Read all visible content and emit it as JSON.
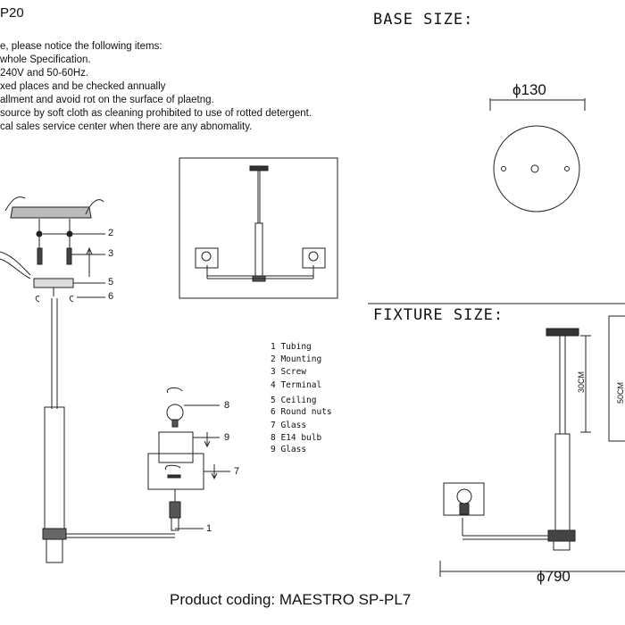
{
  "header": {
    "code_fragment": "P20"
  },
  "notes": [
    "e, please notice the following items:",
    "whole Specification.",
    "240V and 50-60Hz.",
    "xed places and be checked annually",
    "allment and avoid rot on the surface of plaetng.",
    "source by soft cloth as cleaning prohibited to use of rotted detergent.",
    "cal sales service center when there are any abnomality."
  ],
  "callouts": {
    "n2": "2",
    "n3": "3",
    "n5": "5",
    "n6": "6",
    "n8": "8",
    "n9": "9",
    "n7": "7",
    "n1": "1"
  },
  "legend": [
    "1 Tubing",
    "2 Mounting",
    "3 Screw",
    "4 Terminal",
    "5 Ceiling",
    "6 Round nuts",
    "7 Glass",
    "8 E14 bulb",
    "9 Glass"
  ],
  "base_size": {
    "heading": "BASE SIZE:",
    "diameter": "ϕ130"
  },
  "fixture_size": {
    "heading": "FIXTURE SIZE:",
    "height_inner": "30CM",
    "height_outer": "50CM",
    "width": "ϕ790"
  },
  "footer": {
    "product_coding": "Product coding: MAESTRO SP-PL7"
  }
}
